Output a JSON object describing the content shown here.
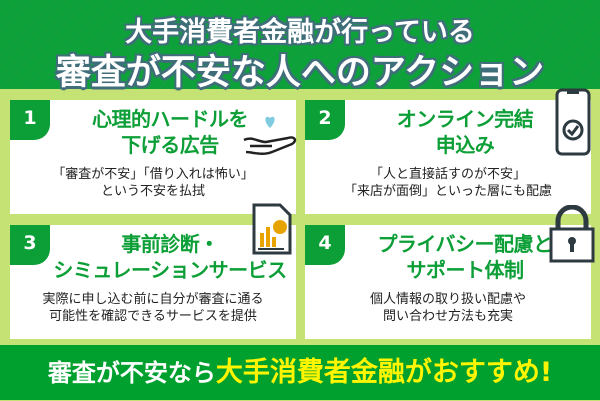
{
  "header": {
    "line1": "大手消費者金融が行っている",
    "line2": "審査が不安な人へのアクション"
  },
  "cards": [
    {
      "number": "1",
      "title1": "心理的ハードルを",
      "title2": "下げる広告",
      "desc1": "「審査が不安」「借り入れは怖い」",
      "desc2": "という不安を払拭",
      "icon": "heart-hand-icon"
    },
    {
      "number": "2",
      "title1": "オンライン完結",
      "title2": "申込み",
      "desc1": "「人と直接話すのが不安」",
      "desc2": "「来店が面倒」といった層にも配慮",
      "icon": "smartphone-check-icon"
    },
    {
      "number": "3",
      "title1": "事前診断・",
      "title2": "シミュレーションサービス",
      "desc1": "実際に申し込む前に自分が審査に通る",
      "desc2": "可能性を確認できるサービスを提供",
      "icon": "document-chart-icon"
    },
    {
      "number": "4",
      "title1": "プライバシー配慮と",
      "title2": "サポート体制",
      "desc1": "個人情報の取り扱い配慮や",
      "desc2": "問い合わせ方法も充実",
      "icon": "padlock-icon"
    }
  ],
  "footer": {
    "white": "審査が不安なら",
    "yellow": "大手消費者金融がおすすめ!"
  },
  "colors": {
    "green": "#0d9f37",
    "bg": "#c4e374",
    "yellow": "#fff500"
  }
}
